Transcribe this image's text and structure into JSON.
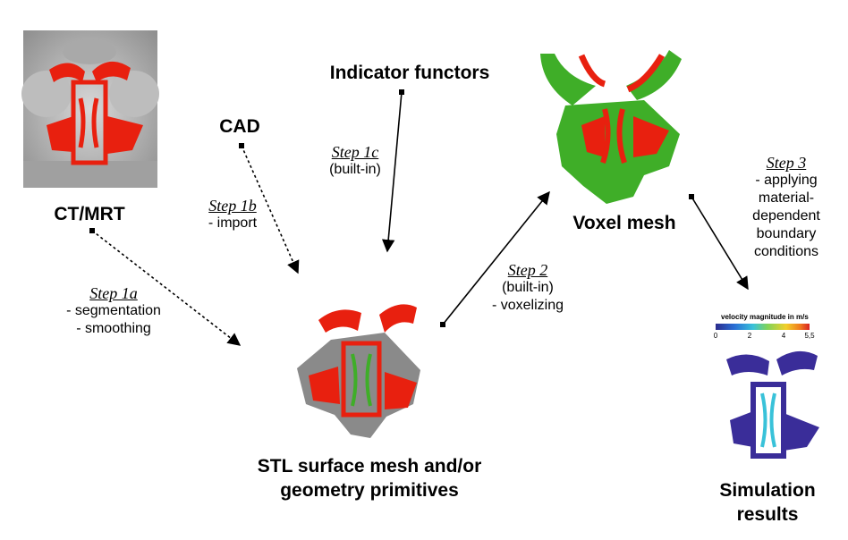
{
  "nodes": {
    "ct_mrt": "CT/MRT",
    "cad": "CAD",
    "indicator": "Indicator functors",
    "voxel": "Voxel mesh",
    "stl_line1": "STL surface mesh and/or",
    "stl_line2": "geometry primitives",
    "sim_line1": "Simulation",
    "sim_line2": "results"
  },
  "steps": {
    "s1a": {
      "title": "Step 1a",
      "lines": [
        "- segmentation",
        "- smoothing"
      ]
    },
    "s1b": {
      "title": "Step 1b",
      "lines": [
        "- import"
      ]
    },
    "s1c": {
      "title": "Step 1c",
      "lines": [
        "(built-in)"
      ]
    },
    "s2": {
      "title": "Step 2",
      "lines": [
        "(built-in)",
        "- voxelizing"
      ]
    },
    "s3": {
      "title": "Step 3",
      "lines": [
        "- applying",
        "material-",
        "dependent",
        "boundary",
        "conditions"
      ]
    }
  },
  "colorbar": {
    "title": "velocity magnitude in m/s",
    "ticks": [
      "0",
      "2",
      "4",
      "5,5"
    ],
    "tick_values": [
      0,
      2,
      4,
      5.5
    ],
    "range": [
      0,
      5.5
    ]
  },
  "colors": {
    "segment_red": "#e8200f",
    "voxel_green": "#3fae28",
    "mesh_gray": "#8a8a8a",
    "ct_gray": "#9a9a9a",
    "result_blue": "#3a2d99"
  }
}
